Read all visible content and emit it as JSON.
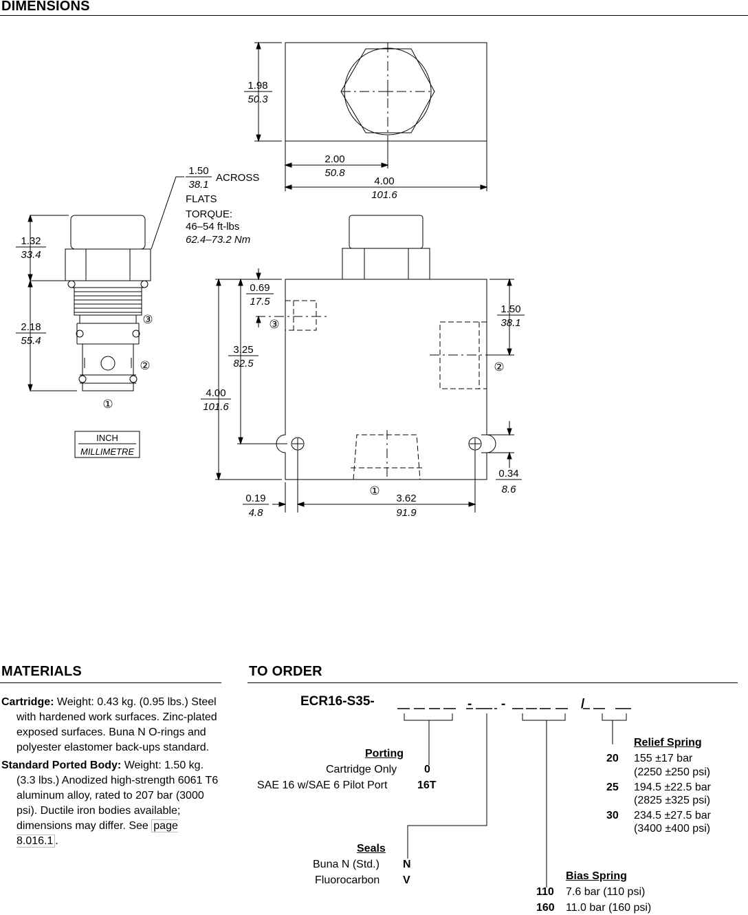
{
  "dimensions": {
    "title": "DIMENSIONS",
    "units_legend": {
      "top": "INCH",
      "bottom": "MILLIMETRE"
    },
    "cartridge": {
      "hex_across_flats": {
        "inch": "1.50",
        "mm": "38.1",
        "label1": "ACROSS",
        "label2": "FLATS"
      },
      "torque": {
        "title": "TORQUE:",
        "imperial": "46–54 ft-lbs",
        "metric": "62.4–73.2 Nm"
      },
      "hex_height": {
        "inch": "1.32",
        "mm": "33.4"
      },
      "body_length": {
        "inch": "2.18",
        "mm": "55.4"
      },
      "ports": [
        "①",
        "②",
        "③"
      ]
    },
    "body": {
      "top_height": {
        "inch": "1.98",
        "mm": "50.3"
      },
      "center_width": {
        "inch": "2.00",
        "mm": "50.8"
      },
      "overall_width": {
        "inch": "4.00",
        "mm": "101.6"
      },
      "port3_offset": {
        "inch": "0.69",
        "mm": "17.5"
      },
      "port2_offset": {
        "inch": "1.50",
        "mm": "38.1"
      },
      "mount_height": {
        "inch": "3.25",
        "mm": "82.5"
      },
      "overall_height": {
        "inch": "4.00",
        "mm": "101.6"
      },
      "mount_edge": {
        "inch": "0.19",
        "mm": "4.8"
      },
      "mount_spacing": {
        "inch": "3.62",
        "mm": "91.9"
      },
      "mount_bottom": {
        "inch": "0.34",
        "mm": "8.6"
      }
    }
  },
  "materials": {
    "title": "MATERIALS",
    "cartridge_label": "Cartridge:",
    "cartridge_text": "Weight: 0.43 kg. (0.95 lbs.) Steel with hardened work surfaces. Zinc-plated exposed surfaces. Buna N O-rings and polyester elastomer back-ups standard.",
    "body_label": "Standard Ported Body:",
    "body_text": "Weight: 1.50 kg. (3.3 lbs.) Anodized high-strength 6061 T6 aluminum alloy, rated to 207 bar (3000 psi). Ductile iron bodies available; dimensions may differ. See",
    "link_text": "page 8.016.1",
    "body_end": "."
  },
  "order": {
    "title": "TO ORDER",
    "part_number": "ECR16-S35-",
    "porting": {
      "heading": "Porting",
      "options": [
        {
          "label": "Cartridge Only",
          "code": "0"
        },
        {
          "label": "SAE 16 w/SAE 6 Pilot Port",
          "code": "16T"
        }
      ]
    },
    "seals": {
      "heading": "Seals",
      "options": [
        {
          "label": "Buna N (Std.)",
          "code": "N"
        },
        {
          "label": "Fluorocarbon",
          "code": "V"
        }
      ]
    },
    "bias_spring": {
      "heading": "Bias Spring",
      "options": [
        {
          "code": "110",
          "label": "7.6 bar (110 psi)"
        },
        {
          "code": "160",
          "label": "11.0 bar (160 psi)"
        }
      ]
    },
    "relief_spring": {
      "heading": "Relief Spring",
      "options": [
        {
          "code": "20",
          "line1": "155 ±17 bar",
          "line2": "(2250 ±250 psi)"
        },
        {
          "code": "25",
          "line1": "194.5 ±22.5 bar",
          "line2": "(2825 ±325 psi)"
        },
        {
          "code": "30",
          "line1": "234.5 ±27.5 bar",
          "line2": "(3400 ±400 psi)"
        }
      ]
    }
  }
}
